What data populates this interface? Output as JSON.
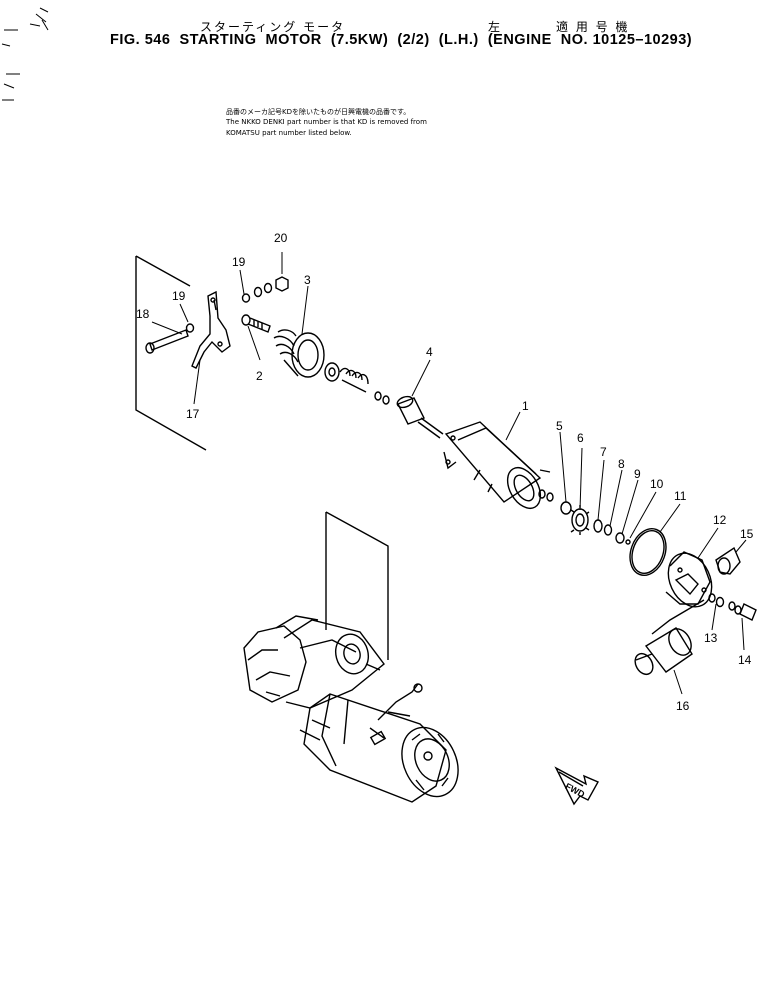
{
  "header": {
    "jp_part_name": "スターティング モータ",
    "jp_left": "左",
    "jp_applicable": "適 用 号 機",
    "title": "FIG. 546  STARTING  MOTOR  (7.5KW)  (2/2)  (L.H.)  (ENGINE  NO. 10125–10293)"
  },
  "note": {
    "line1": "品番のメーカ記号KDを除いたものが日興電機の品番です。",
    "line2": "The NKKO DENKI part number is that KD is removed from",
    "line3": "KOMATSU part number listed below."
  },
  "callouts": [
    "1",
    "2",
    "3",
    "4",
    "5",
    "6",
    "7",
    "8",
    "9",
    "10",
    "11",
    "12",
    "13",
    "14",
    "15",
    "16",
    "17",
    "18",
    "19",
    "19",
    "20"
  ],
  "fwd_label": "FWD"
}
